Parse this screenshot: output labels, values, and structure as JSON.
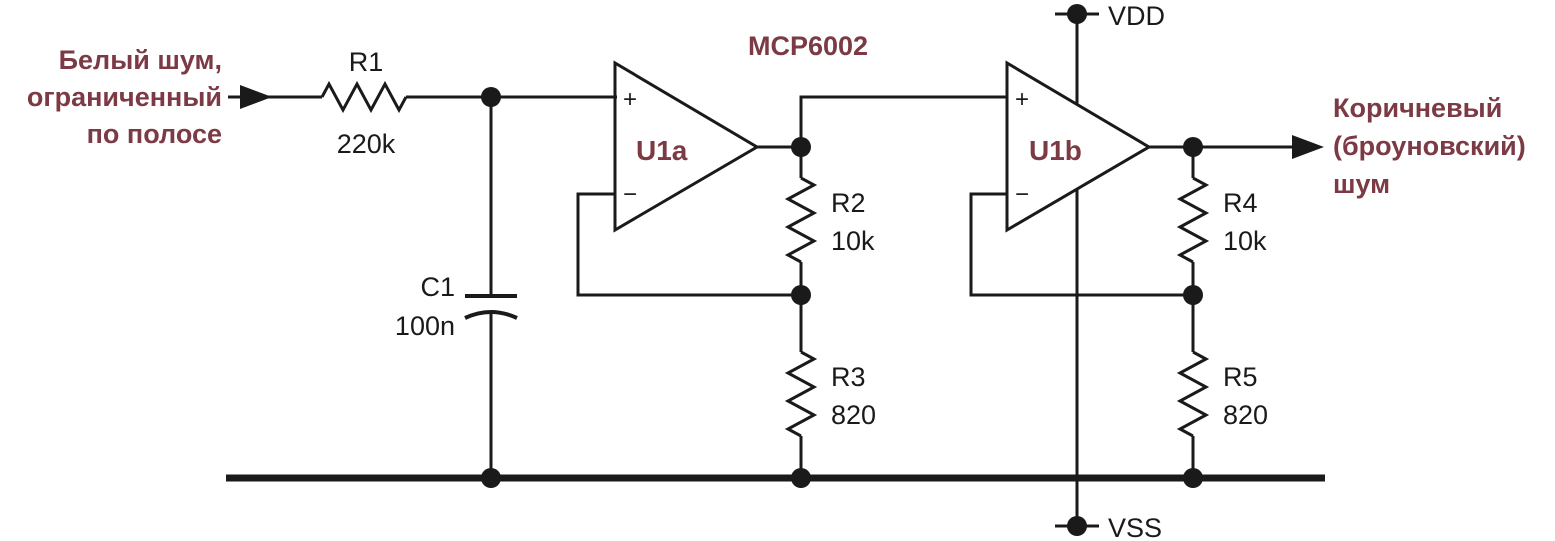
{
  "accent_color": "#7b3a44",
  "line_color": "#1a1a1a",
  "chip_label": "MCP6002",
  "input_label": [
    "Белый шум,",
    "ограниченный",
    "по полосе"
  ],
  "output_label": [
    "Коричневый",
    "(броуновский)",
    "шум"
  ],
  "rails": {
    "vdd": "VDD",
    "vss": "VSS"
  },
  "opamps": {
    "u1a": {
      "name": "U1a",
      "plus": "+",
      "minus": "−"
    },
    "u1b": {
      "name": "U1b",
      "plus": "+",
      "minus": "−"
    }
  },
  "components": {
    "r1": {
      "ref": "R1",
      "value": "220k"
    },
    "c1": {
      "ref": "C1",
      "value": "100n"
    },
    "r2": {
      "ref": "R2",
      "value": "10k"
    },
    "r3": {
      "ref": "R3",
      "value": "820"
    },
    "r4": {
      "ref": "R4",
      "value": "10k"
    },
    "r5": {
      "ref": "R5",
      "value": "820"
    }
  }
}
